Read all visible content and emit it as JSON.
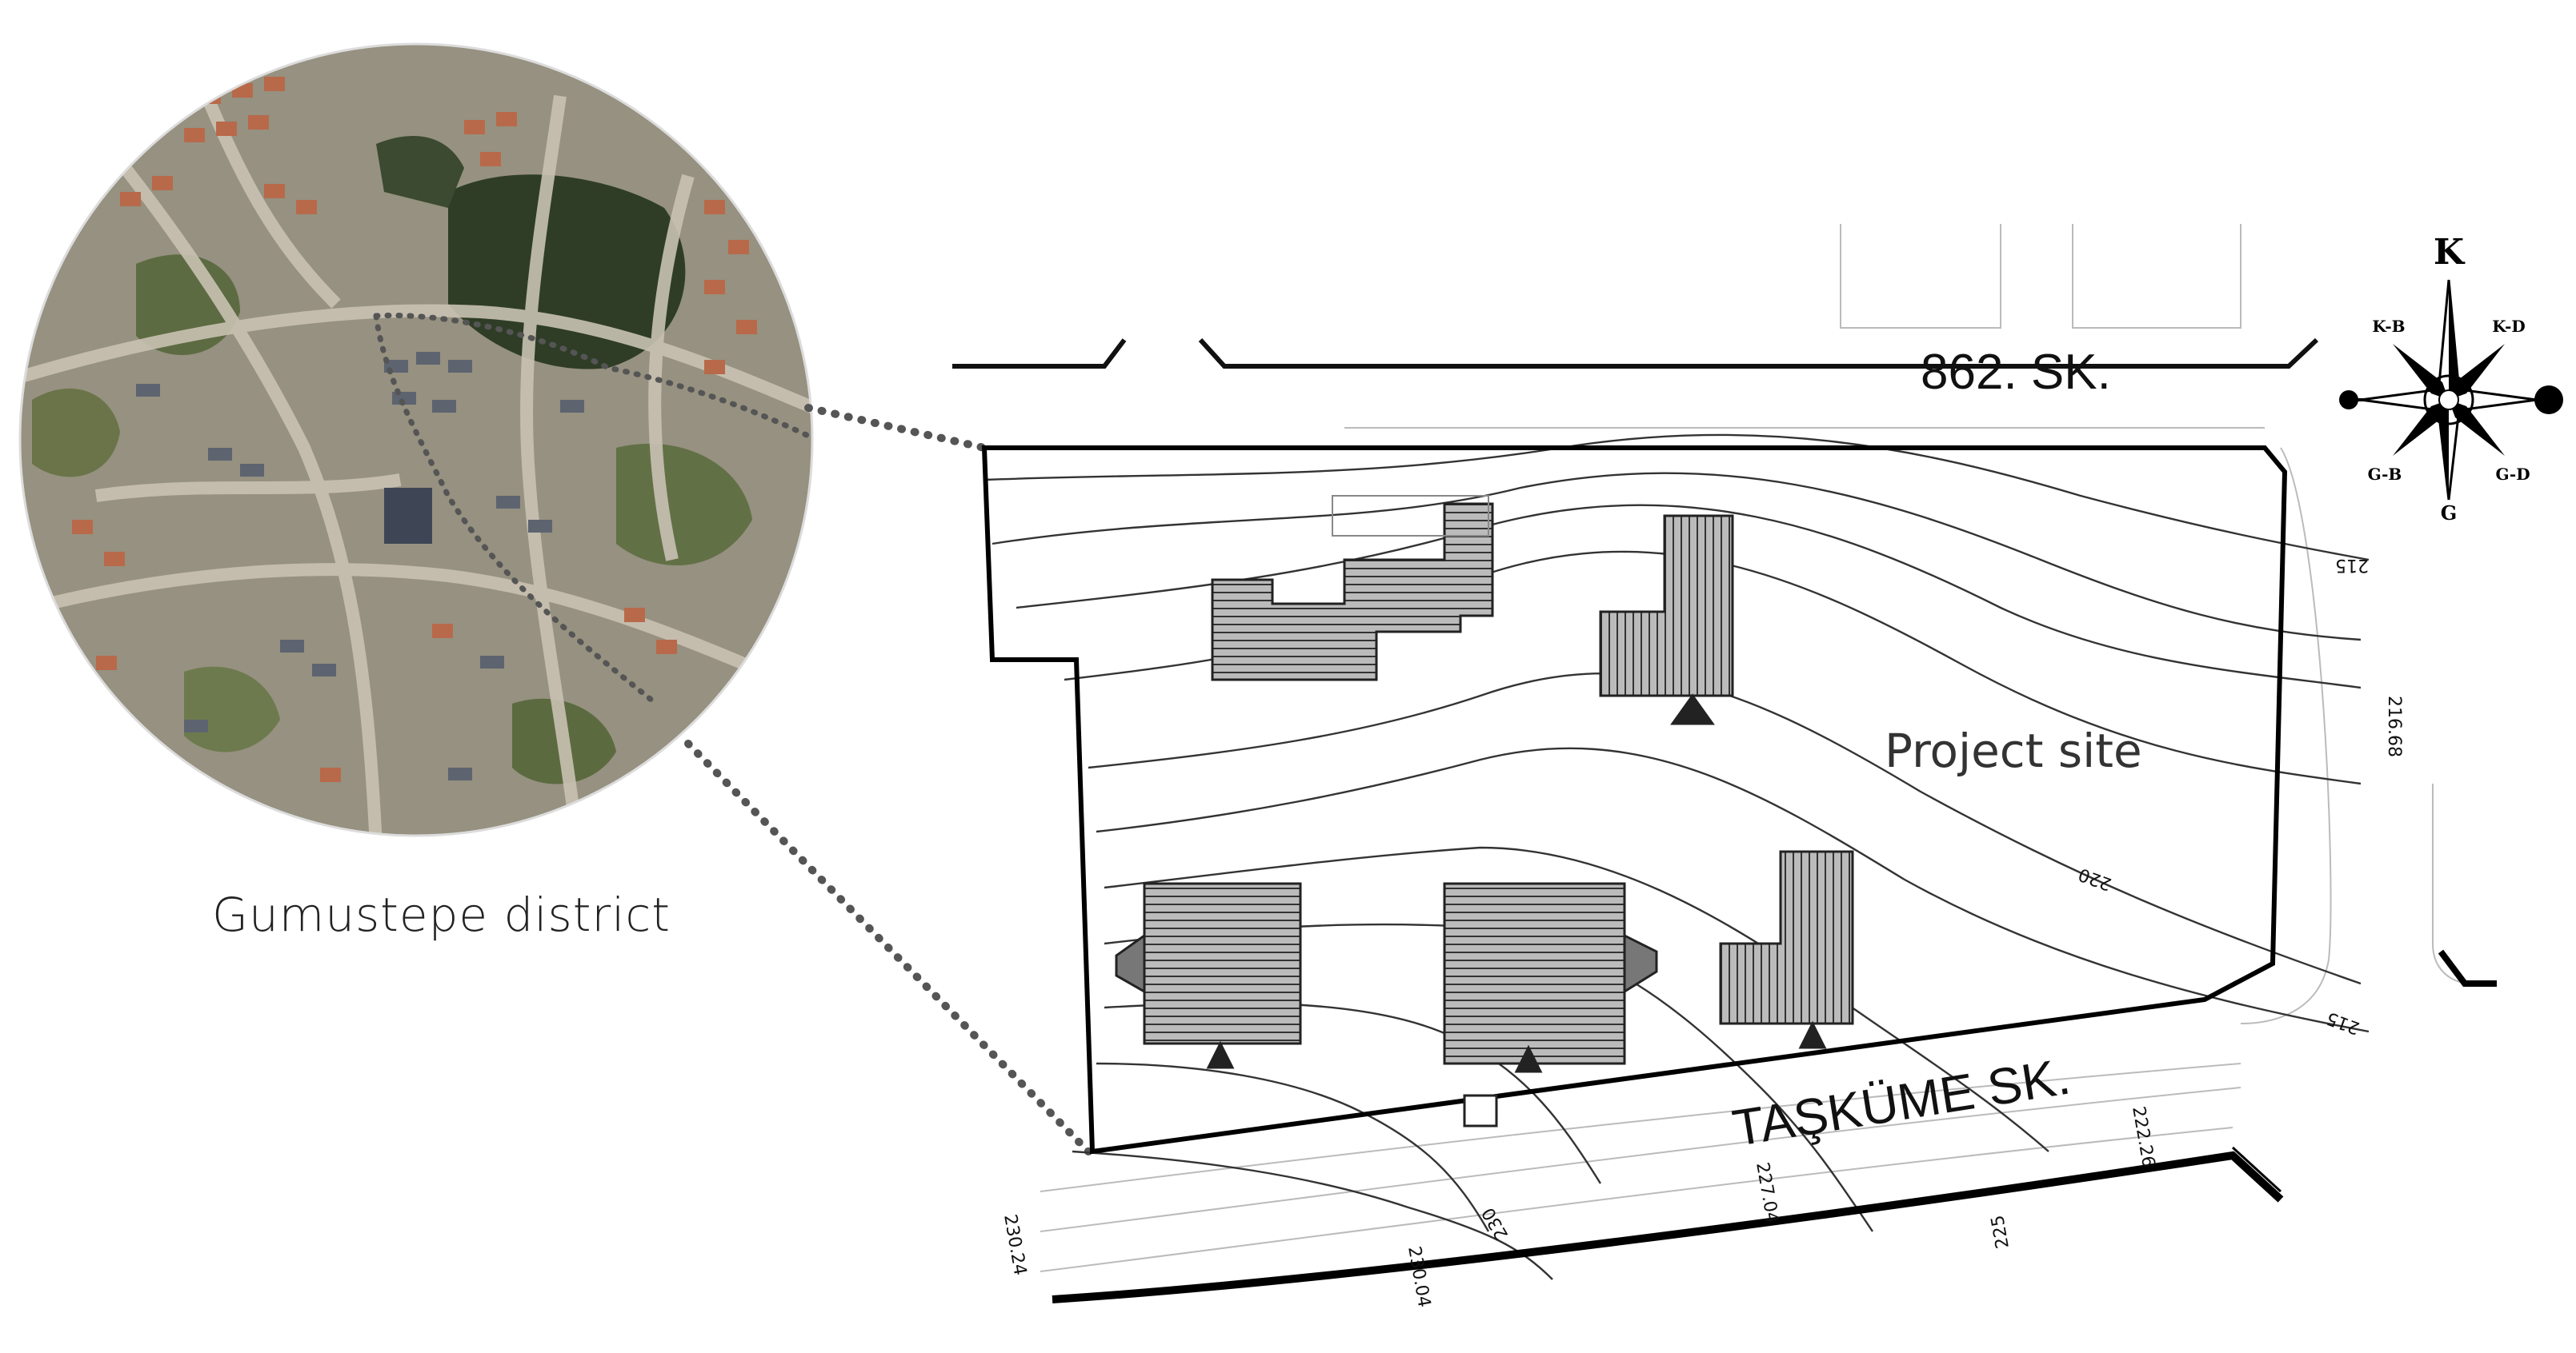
{
  "inset": {
    "label": "Gumustepe district"
  },
  "site": {
    "label": "Project site"
  },
  "streets": {
    "north": "862. SK.",
    "south": "TAŞKÜME SK."
  },
  "contours": [
    "215",
    "216.68",
    "220",
    "215",
    "230",
    "225",
    "230.24",
    "230.04",
    "227.04",
    "222.26"
  ],
  "compass": {
    "north": "K",
    "south": "G",
    "northwest": "K-B",
    "northeast": "K-D",
    "southwest": "G-B",
    "southeast": "G-D"
  },
  "colors": {
    "leader_dots": "#555555",
    "roof_hatch": "#444444",
    "boundary": "#000000"
  }
}
